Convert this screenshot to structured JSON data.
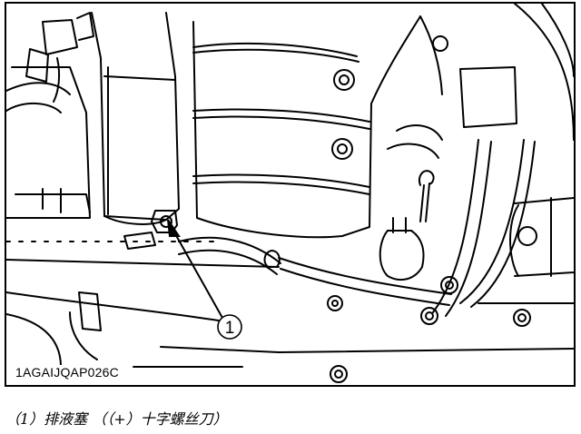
{
  "figure": {
    "callout_number": "1",
    "figure_id": "1AGAIJQAP026C"
  },
  "caption": {
    "text": "（1）排液塞 （（+）十字螺丝刀）"
  }
}
